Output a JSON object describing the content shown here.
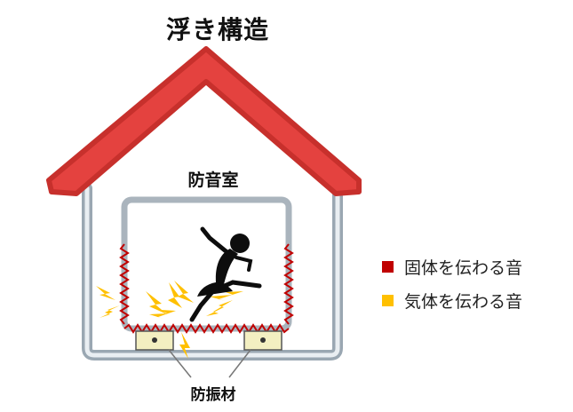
{
  "title": "浮き構造",
  "room_label": "防音室",
  "pad_label": "防振材",
  "legend": [
    {
      "label": "固体を伝わる音",
      "color": "#c00000"
    },
    {
      "label": "気体を伝わる音",
      "color": "#ffc000"
    }
  ],
  "colors": {
    "roof": "#e4423f",
    "roof_stroke": "#c7302c",
    "wall_outer": "#9aa7b2",
    "wall_inner": "#e9eef2",
    "room_border": "#aab4bd",
    "room_fill": "#ffffff",
    "solid_sound": "#c00000",
    "air_sound": "#ffc000",
    "pad_fill": "#f3efc1",
    "pad_stroke": "#555555",
    "dancer": "#0d0d0d"
  },
  "icons": [
    "house-icon",
    "dancer-icon",
    "lightning-icon",
    "vibration-wave-icon"
  ]
}
